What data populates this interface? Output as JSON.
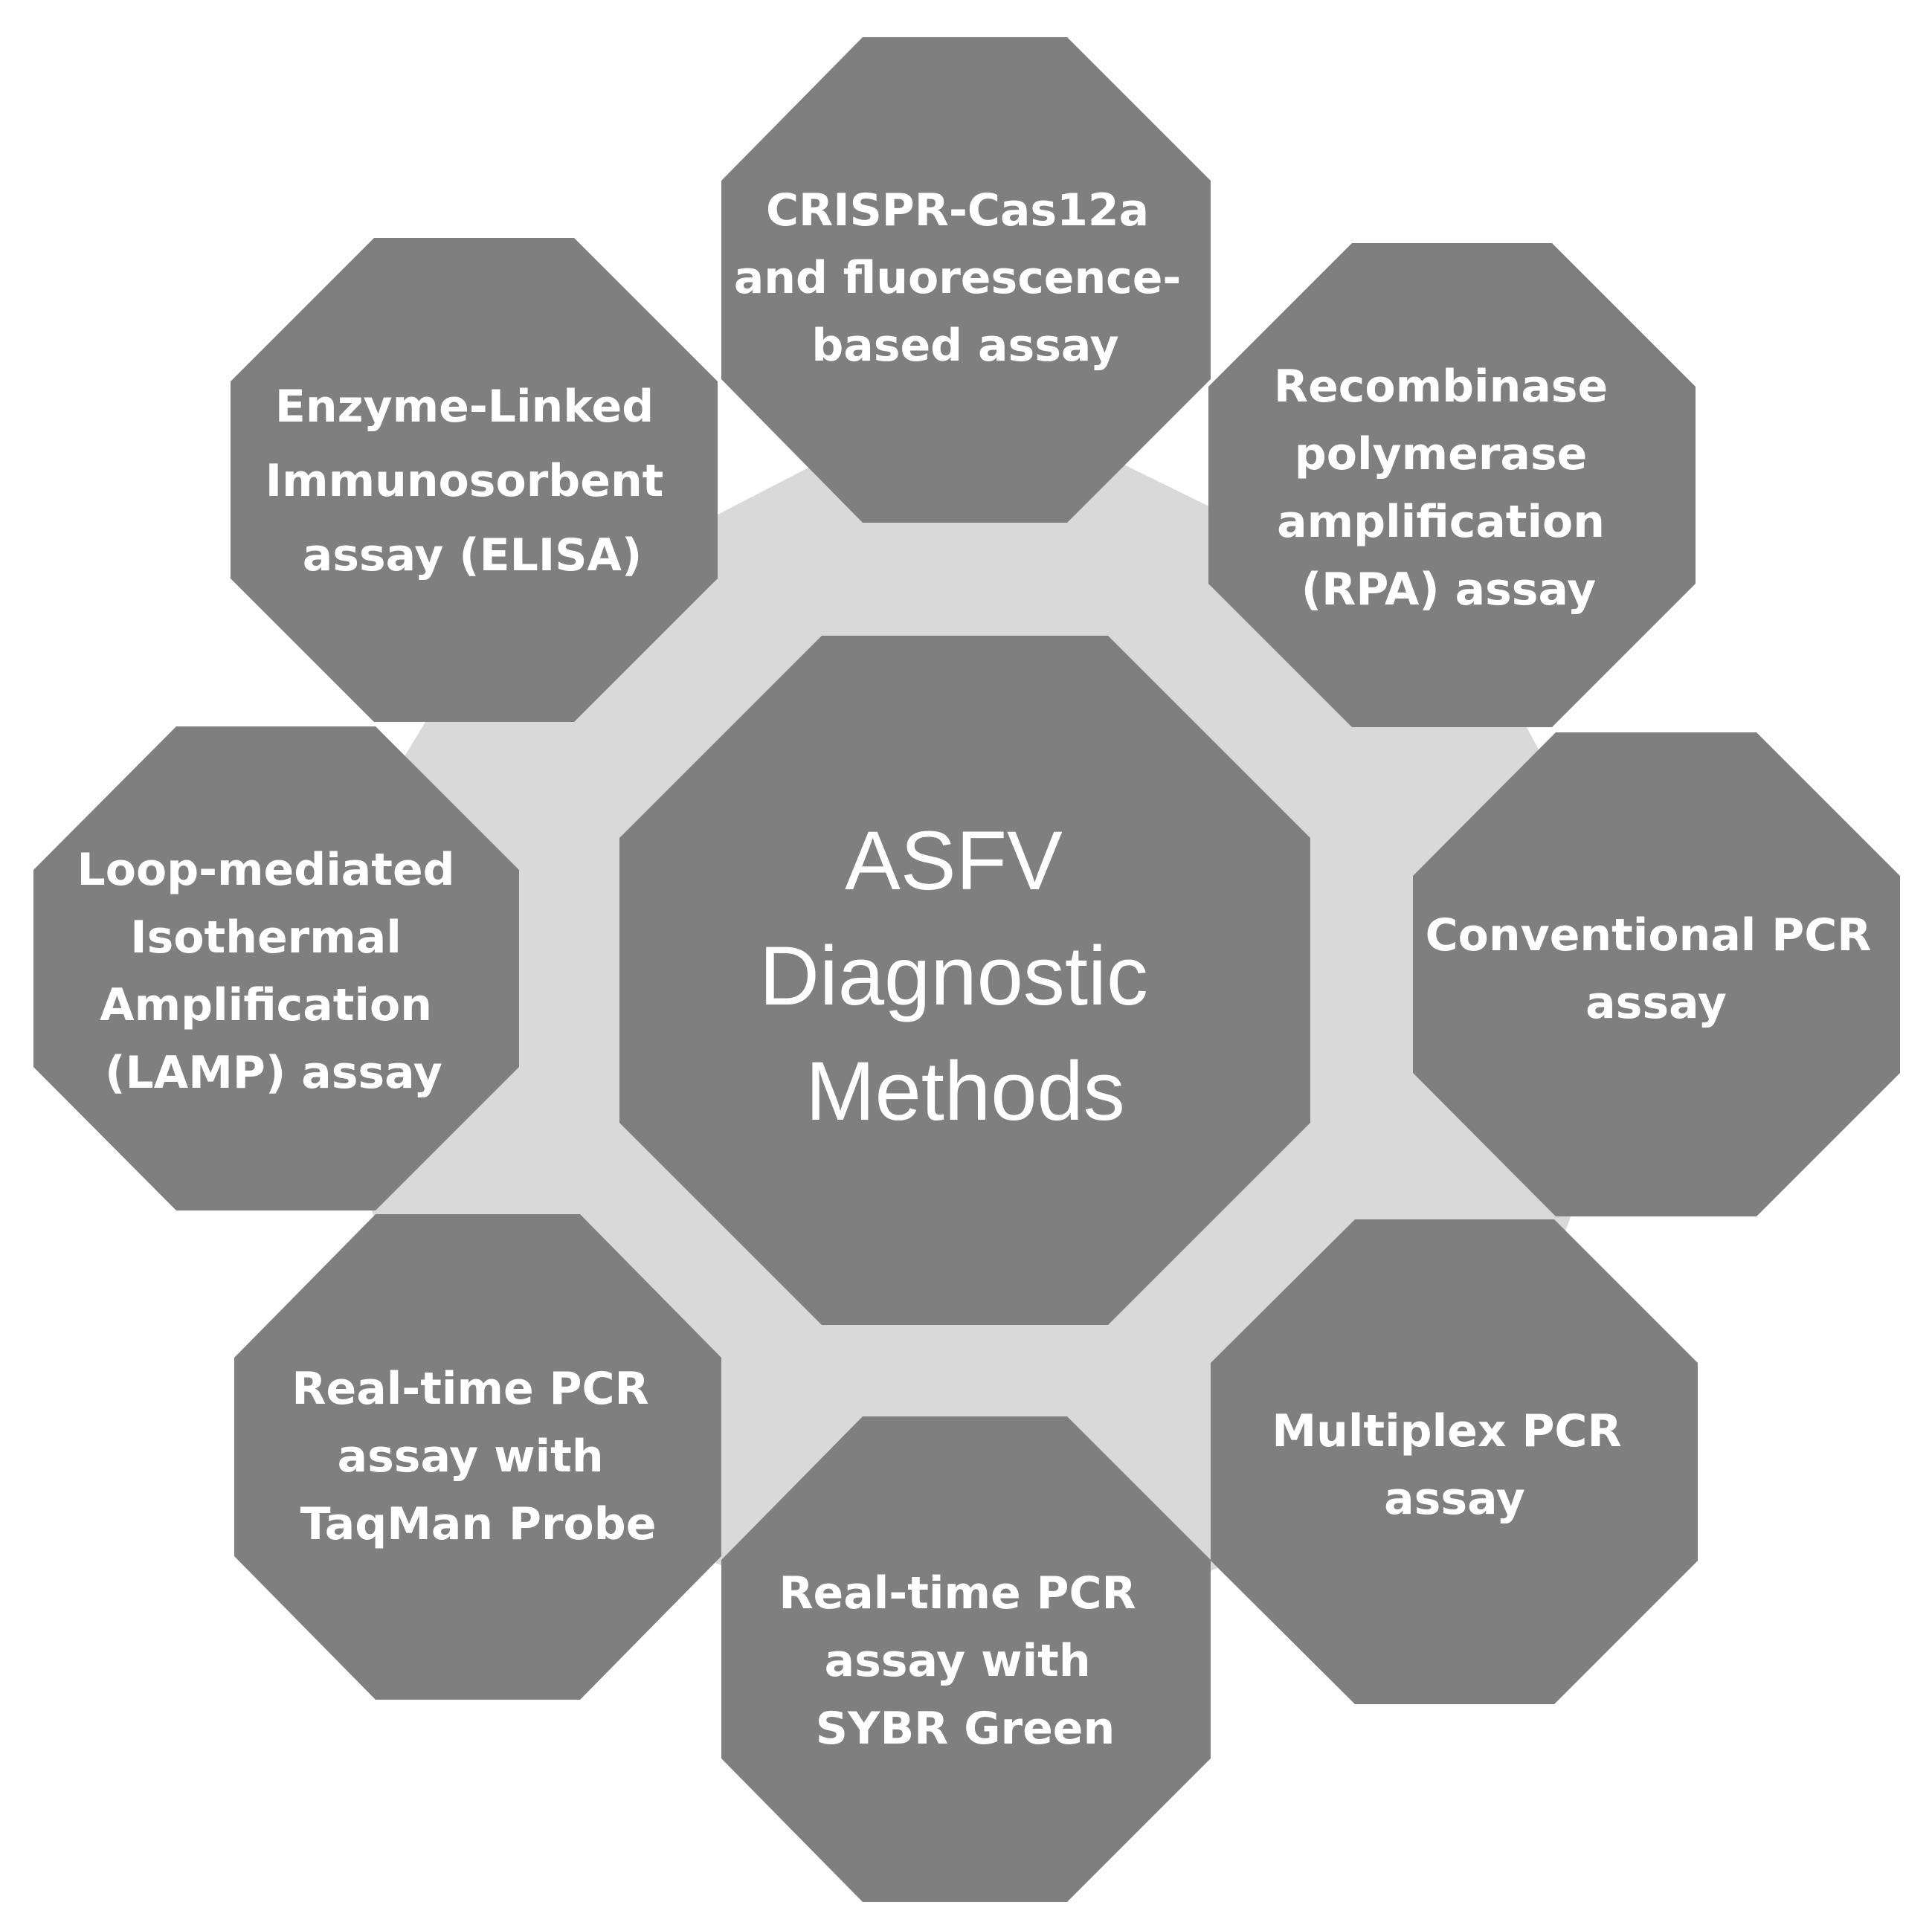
{
  "center": {
    "lines": [
      "ASFV",
      "Diagnostic",
      "Methods"
    ]
  },
  "nodes": [
    {
      "id": "crispr",
      "lines": [
        "CRISPR-Cas12a",
        "and fluorescence-",
        "based assay"
      ]
    },
    {
      "id": "rpa",
      "lines": [
        "Recombinase",
        "polymerase",
        "amplification",
        "(RPA) assay"
      ]
    },
    {
      "id": "conventional-pcr",
      "lines": [
        "Conventional PCR",
        "assay"
      ]
    },
    {
      "id": "multiplex-pcr",
      "lines": [
        "Multiplex PCR",
        "assay"
      ]
    },
    {
      "id": "realtime-sybr",
      "lines": [
        "Real-time PCR",
        "assay with",
        "SYBR Green"
      ]
    },
    {
      "id": "realtime-taqman",
      "lines": [
        "Real-time PCR",
        "assay with",
        "TaqMan Probe"
      ]
    },
    {
      "id": "lamp",
      "lines": [
        "Loop-mediated",
        "Isothermal",
        "Amplification",
        "(LAMP) assay"
      ]
    },
    {
      "id": "elisa",
      "lines": [
        "Enzyme-Linked",
        "Immunosorbent",
        "assay (ELISA)"
      ]
    }
  ],
  "colors": {
    "octagon_fill": "#7f7f7f",
    "ring_fill": "#d9d9d9",
    "text": "#ffffff",
    "background": "#ffffff"
  }
}
